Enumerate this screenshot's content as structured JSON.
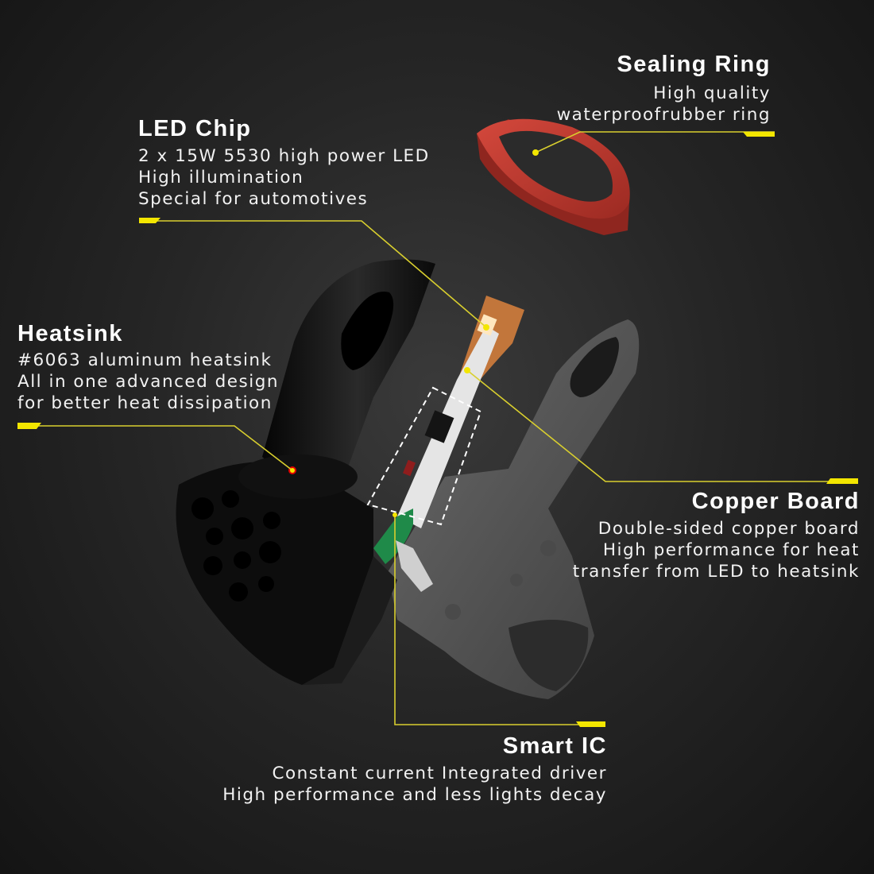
{
  "callouts": {
    "sealing_ring": {
      "title": "Sealing Ring",
      "lines": [
        "High quality",
        "waterproofrubber ring"
      ]
    },
    "led_chip": {
      "title": "LED Chip",
      "lines": [
        "2 x 15W 5530 high power LED",
        "High illumination",
        "Special for automotives"
      ]
    },
    "heatsink": {
      "title": "Heatsink",
      "lines": [
        "#6063 aluminum heatsink",
        "All in one advanced design",
        "for better heat dissipation"
      ]
    },
    "copper_board": {
      "title": "Copper Board",
      "lines": [
        "Double-sided copper board",
        "High performance for heat",
        "transfer from LED to heatsink"
      ]
    },
    "smart_ic": {
      "title": "Smart IC",
      "lines": [
        "Constant current Integrated driver",
        "High performance and less lights decay"
      ]
    }
  },
  "colors": {
    "accent": "#f3e600",
    "ring": "#c63a30",
    "background": "#2a2a2a"
  }
}
